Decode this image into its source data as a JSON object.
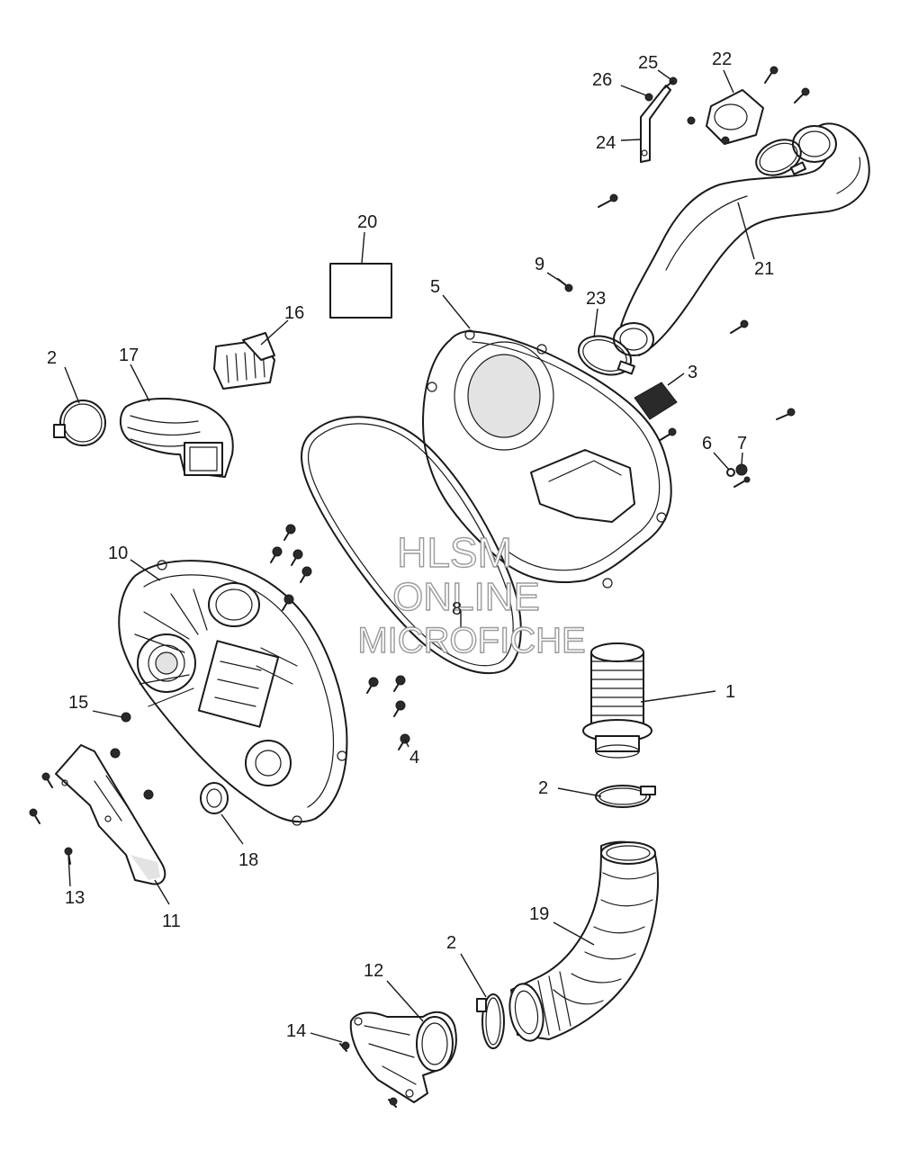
{
  "callouts": {
    "c1": "1",
    "c2a": "2",
    "c2b": "2",
    "c2c": "2",
    "c3": "3",
    "c4": "4",
    "c5": "5",
    "c6": "6",
    "c7": "7",
    "c8": "8",
    "c9": "9",
    "c10": "10",
    "c11": "11",
    "c12": "12",
    "c13": "13",
    "c14": "14",
    "c15": "15",
    "c16": "16",
    "c17": "17",
    "c18": "18",
    "c19": "19",
    "c20": "20",
    "c21": "21",
    "c22": "22",
    "c23": "23",
    "c24": "24",
    "c25": "25",
    "c26": "26"
  },
  "watermark": {
    "line1": "HLSM",
    "line2": "ONLINE",
    "line3": "MICROFICHE"
  },
  "colors": {
    "ink": "#1a1a1a",
    "watermark_stroke": "#9a9a9a",
    "background": "#ffffff"
  }
}
